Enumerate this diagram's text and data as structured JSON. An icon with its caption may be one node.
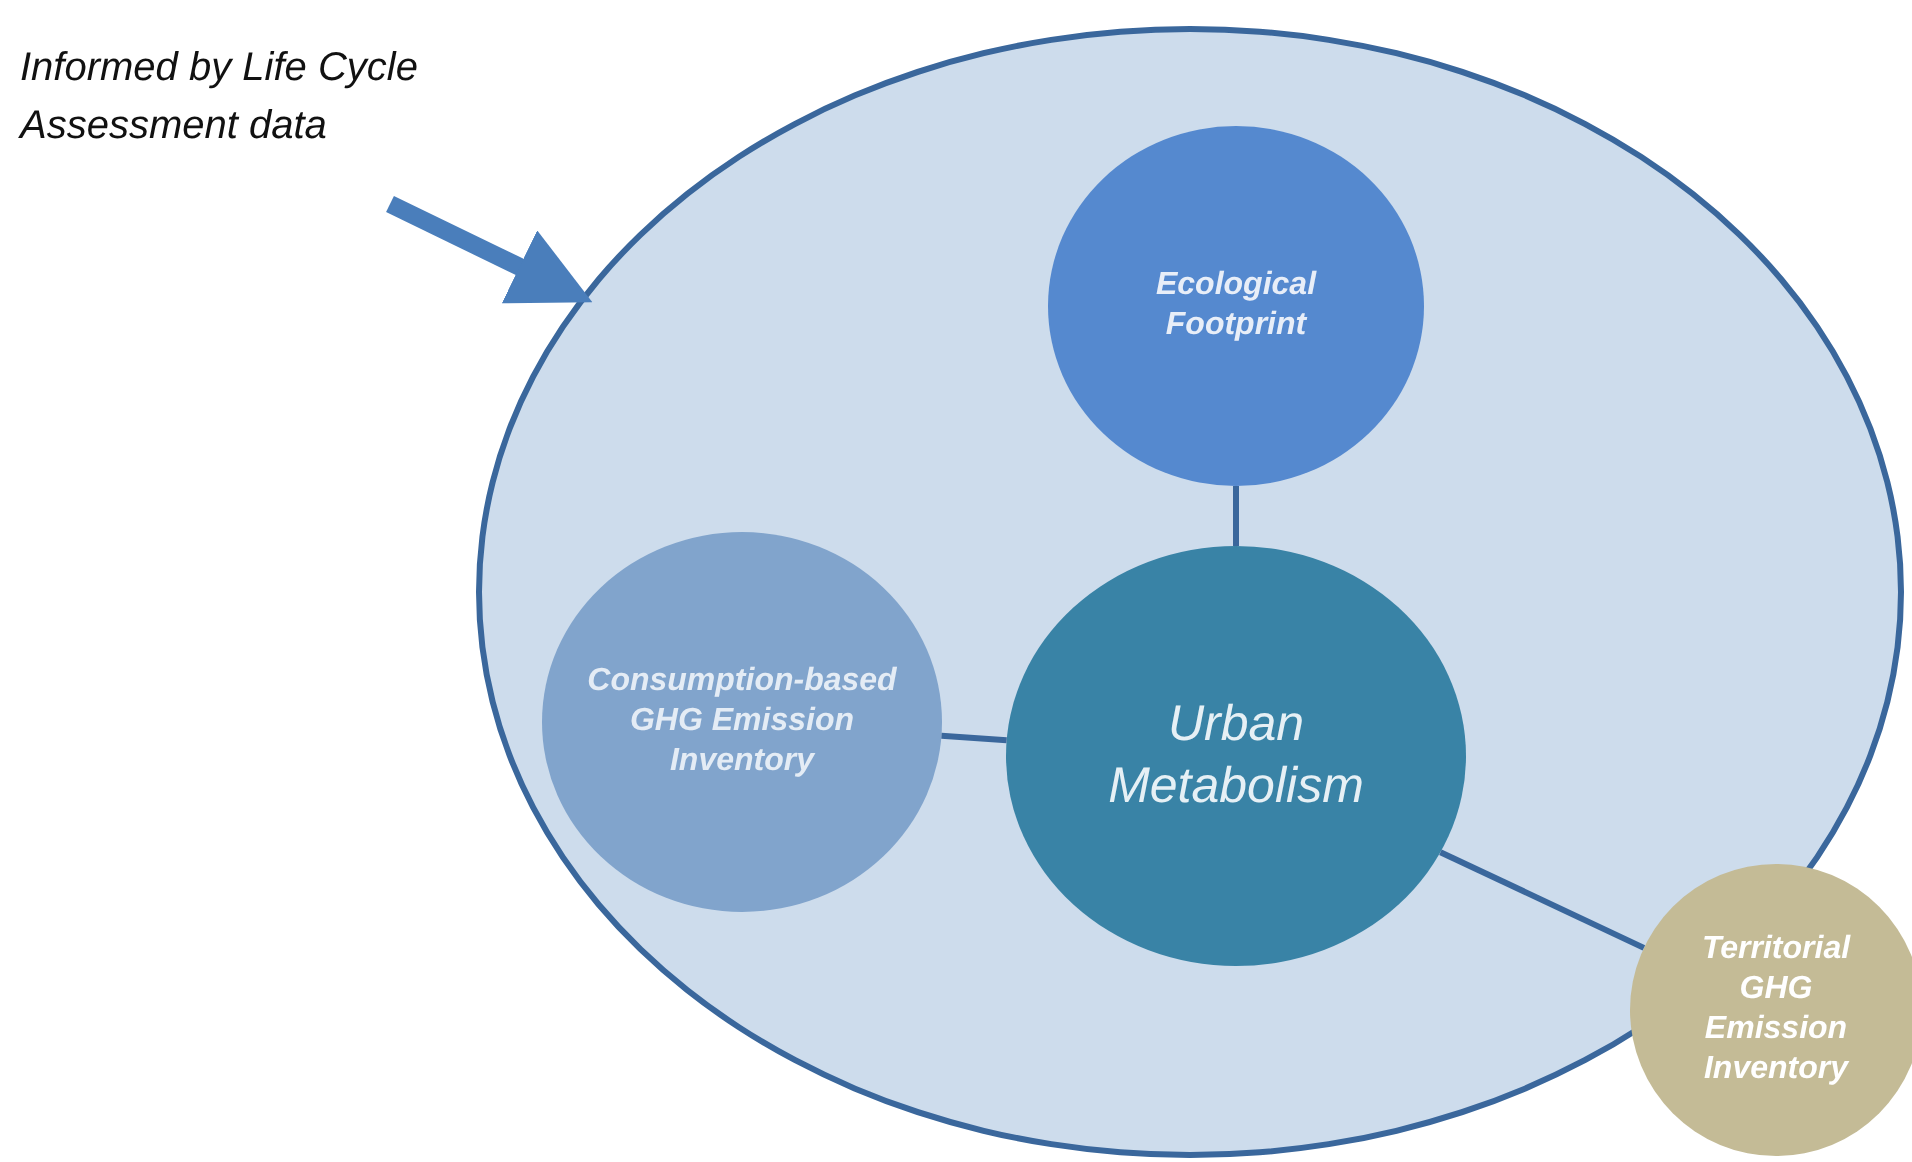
{
  "diagram": {
    "nodes": [
      {
        "text": [
          "Informed by Life Cycle Assessment data"
        ]
      },
      {
        "text": [],
        "shape": "circle"
      },
      {
        "text": [
          "Ecological Footprint"
        ],
        "in": 1
      },
      {
        "text": [
          "Consumption-based GHG Emission Inventory"
        ],
        "in": 1
      },
      {
        "text": [
          "Urban Metabolism"
        ],
        "in": 1
      },
      {
        "text": [
          "Territorial GHG Emission Inventory"
        ]
      }
    ],
    "edges": [
      {
        "from": 0,
        "to": 1,
        "arrow": "to",
        "style": "thick",
        "color": "#4a7ebb"
      },
      {
        "from": 4,
        "to": 2,
        "arrow": "none"
      },
      {
        "from": 4,
        "to": 3,
        "arrow": "none"
      },
      {
        "from": 4,
        "to": 5,
        "arrow": "none"
      }
    ]
  }
}
